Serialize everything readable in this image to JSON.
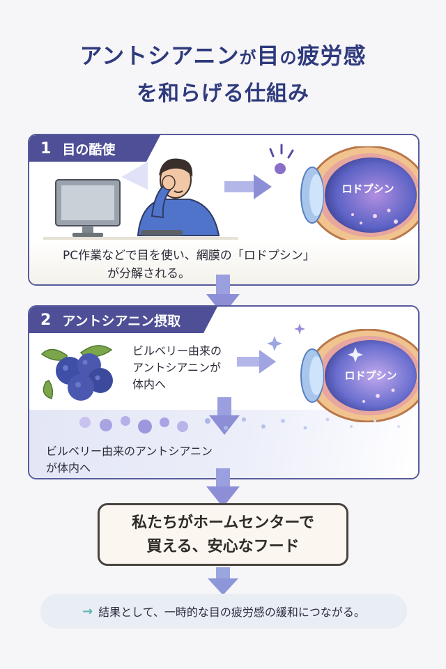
{
  "title": {
    "line1_main": "アントシアニン",
    "line1_particle": "が",
    "line1_rest_a": "目",
    "line1_particle2": "の",
    "line1_rest_b": "疲労感",
    "line2": "を和らげる仕組み"
  },
  "step1": {
    "number": "1",
    "label": "目の酷使",
    "eye_label": "ロドプシン",
    "caption_line1": "PC作業などで目を使い、網膜の「ロドプシン」",
    "caption_line2": "が分解される。"
  },
  "step2": {
    "number": "2",
    "label": "アントシアニン摂取",
    "text_line1": "ビルベリー由来の",
    "text_line2": "アントシアニンが",
    "text_line3": "体内へ",
    "eye_label": "ロドプシン",
    "flow_line1": "ビルベリー由来のアントシアニン",
    "flow_line2": "が体内へ"
  },
  "center_box": {
    "line1": "私たちがホームセンターで",
    "line2": "買える、安心なフード"
  },
  "result": {
    "arrow": "→",
    "text": "結果として、一時的な目の疲労感の緩和につながる。"
  },
  "colors": {
    "title": "#2e3a7c",
    "tag": "#4e4f96",
    "arrow": "#8c8fd6",
    "berry": "#4a58b0"
  }
}
